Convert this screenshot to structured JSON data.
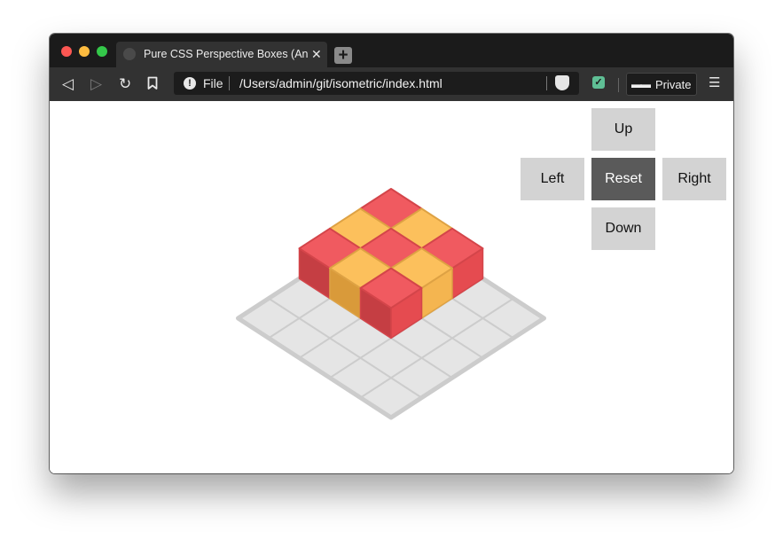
{
  "browser": {
    "tab_title": "Pure CSS Perspective Boxes (An",
    "tab_close": "✕",
    "new_tab": "+",
    "url_scheme": "File",
    "url": "/Users/admin/git/isometric/index.html",
    "private_label": "Private",
    "icons": {
      "back": "◁",
      "forward": "▷",
      "reload": "↻",
      "bookmark": "⎕",
      "menu": "☰",
      "info": "!",
      "check": "✓",
      "glasses": "▬▬"
    }
  },
  "controls": {
    "up": "Up",
    "left": "Left",
    "reset": "Reset",
    "right": "Right",
    "down": "Down"
  },
  "scene": {
    "grid_size": 5,
    "colors": {
      "floor": "#e5e5e5",
      "floor_line": "#cccccc",
      "red_top": "#f05a60",
      "red_left": "#e54b50",
      "red_right": "#c53e43",
      "yellow_top": "#fcc05c",
      "yellow_left": "#f4b550",
      "yellow_right": "#d99a3a"
    },
    "boxes": [
      {
        "row": 0,
        "col": 0,
        "level": 0,
        "color": "red"
      },
      {
        "row": 0,
        "col": 1,
        "level": 0,
        "color": "yellow"
      },
      {
        "row": 0,
        "col": 2,
        "level": 0,
        "color": "red"
      },
      {
        "row": 1,
        "col": 0,
        "level": 0,
        "color": "yellow"
      },
      {
        "row": 1,
        "col": 1,
        "level": 0,
        "color": "red"
      },
      {
        "row": 1,
        "col": 2,
        "level": 0,
        "color": "yellow"
      },
      {
        "row": 2,
        "col": 0,
        "level": 0,
        "color": "red"
      },
      {
        "row": 2,
        "col": 1,
        "level": 0,
        "color": "yellow"
      },
      {
        "row": 2,
        "col": 2,
        "level": 0,
        "color": "red"
      }
    ]
  }
}
